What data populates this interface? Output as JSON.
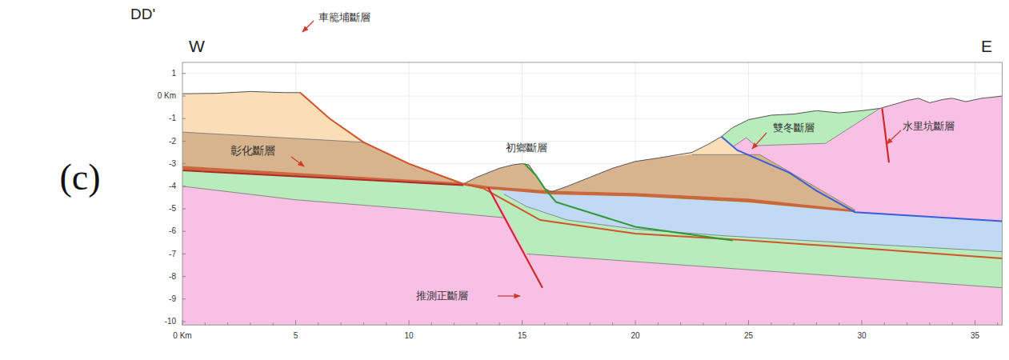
{
  "diagram": {
    "labels": [
      "DD'",
      "(c)",
      "W",
      "E",
      "車籠埔斷層",
      "彰化斷層",
      "初鄉斷層",
      "雙冬斷層",
      "水里坑斷層",
      "推測正斷層",
      "1",
      "0 Km",
      "-1",
      "-2",
      "-3",
      "-4",
      "-5",
      "-6",
      "-7",
      "-8",
      "-9",
      "-10",
      "0 Km",
      "5",
      "10",
      "15",
      "20",
      "25",
      "30",
      "35"
    ]
  }
}
